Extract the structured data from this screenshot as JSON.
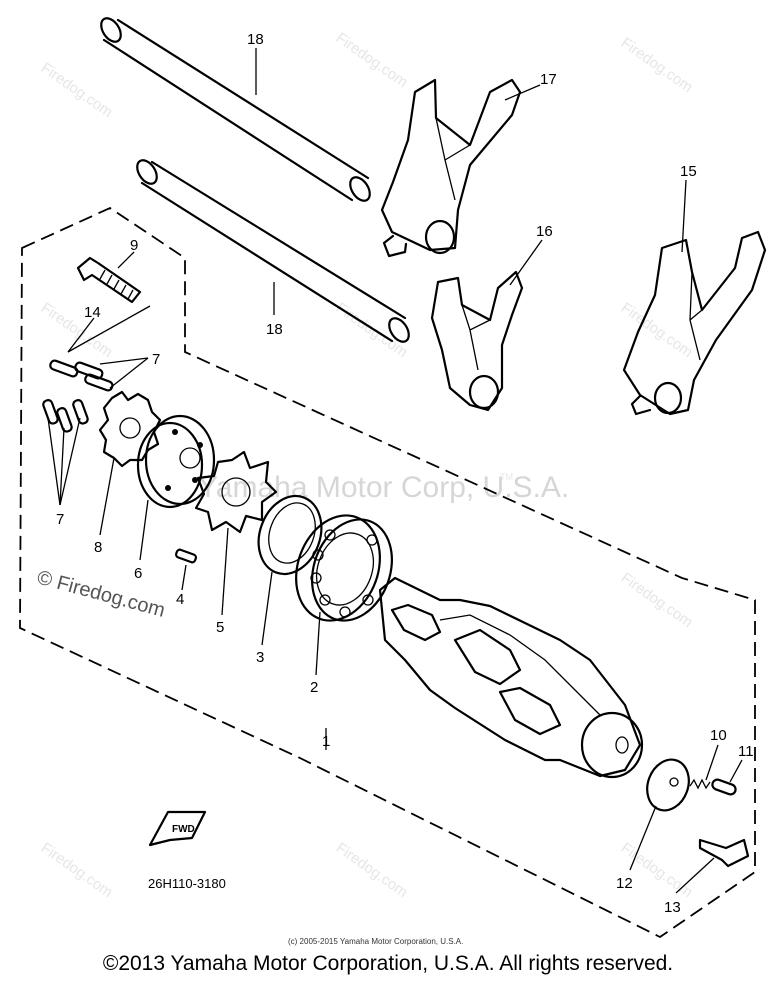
{
  "callouts": {
    "c1": "1",
    "c2": "2",
    "c3": "3",
    "c4": "4",
    "c5": "5",
    "c6": "6",
    "c7a": "7",
    "c7b": "7",
    "c8": "8",
    "c9": "9",
    "c10": "10",
    "c11": "11",
    "c12": "12",
    "c13": "13",
    "c14": "14",
    "c15": "15",
    "c16": "16",
    "c17": "17",
    "c18a": "18",
    "c18b": "18"
  },
  "fwd_label": "FWD",
  "part_code": "26H110-3180",
  "watermark": {
    "site": "Firedog.com",
    "corner": "© Firedog.com",
    "center": "Yamaha Motor Corp, U.S.A.",
    "trademark": "TM"
  },
  "small_copyright": "(c) 2005-2015 Yamaha Motor Corporation, U.S.A.",
  "copyright": "©2013 Yamaha Motor Corporation, U.S.A. All rights reserved.",
  "colors": {
    "ink": "#000000",
    "watermark": "#e6e6e6",
    "background": "#ffffff"
  }
}
